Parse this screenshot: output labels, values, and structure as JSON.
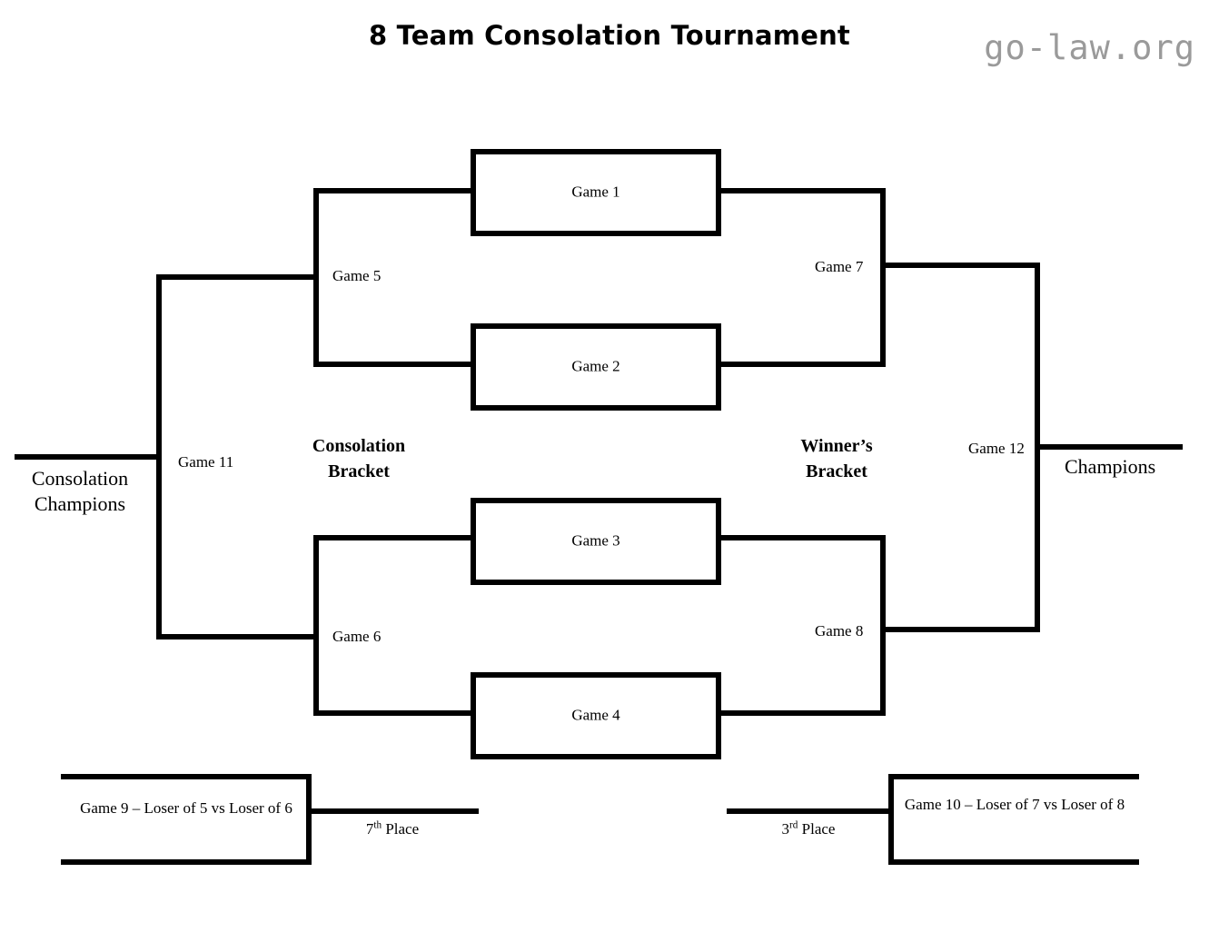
{
  "header": {
    "title": "8 Team Consolation Tournament",
    "watermark": "go-law.org"
  },
  "section_labels": {
    "consolation_bracket_line1": "Consolation",
    "consolation_bracket_line2": "Bracket",
    "winners_bracket_line1": "Winner’s",
    "winners_bracket_line2": "Bracket"
  },
  "outcomes": {
    "consolation_champions_line1": "Consolation",
    "consolation_champions_line2": "Champions",
    "champions": "Champions",
    "seventh_place_number": "7",
    "seventh_place_suffix": "th",
    "seventh_place_word": "Place",
    "third_place_number": "3",
    "third_place_suffix": "rd",
    "third_place_word": "Place"
  },
  "bracket_data": {
    "type": "tournament-bracket",
    "format": "8 team double-elimination consolation",
    "rounds": {
      "winners_round1": [
        "Game 1",
        "Game 2",
        "Game 3",
        "Game 4"
      ],
      "consolation_round": [
        "Game 5",
        "Game 6"
      ],
      "winners_semifinal": [
        "Game 7",
        "Game 8"
      ],
      "consolation_final": [
        "Game 11"
      ],
      "championship": [
        "Game 12"
      ],
      "placement": [
        "Game 9",
        "Game 10"
      ]
    }
  },
  "games": {
    "game1": {
      "label": "Game 1"
    },
    "game2": {
      "label": "Game 2"
    },
    "game3": {
      "label": "Game 3"
    },
    "game4": {
      "label": "Game 4"
    },
    "game5": {
      "label": "Game 5"
    },
    "game6": {
      "label": "Game 6"
    },
    "game7": {
      "label": "Game 7"
    },
    "game8": {
      "label": "Game 8"
    },
    "game9": {
      "label": "Game 9 – Loser of 5 vs Loser of 6"
    },
    "game10": {
      "label": "Game 10 – Loser of 7 vs Loser of 8"
    },
    "game11": {
      "label": "Game 11"
    },
    "game12": {
      "label": "Game 12"
    }
  }
}
